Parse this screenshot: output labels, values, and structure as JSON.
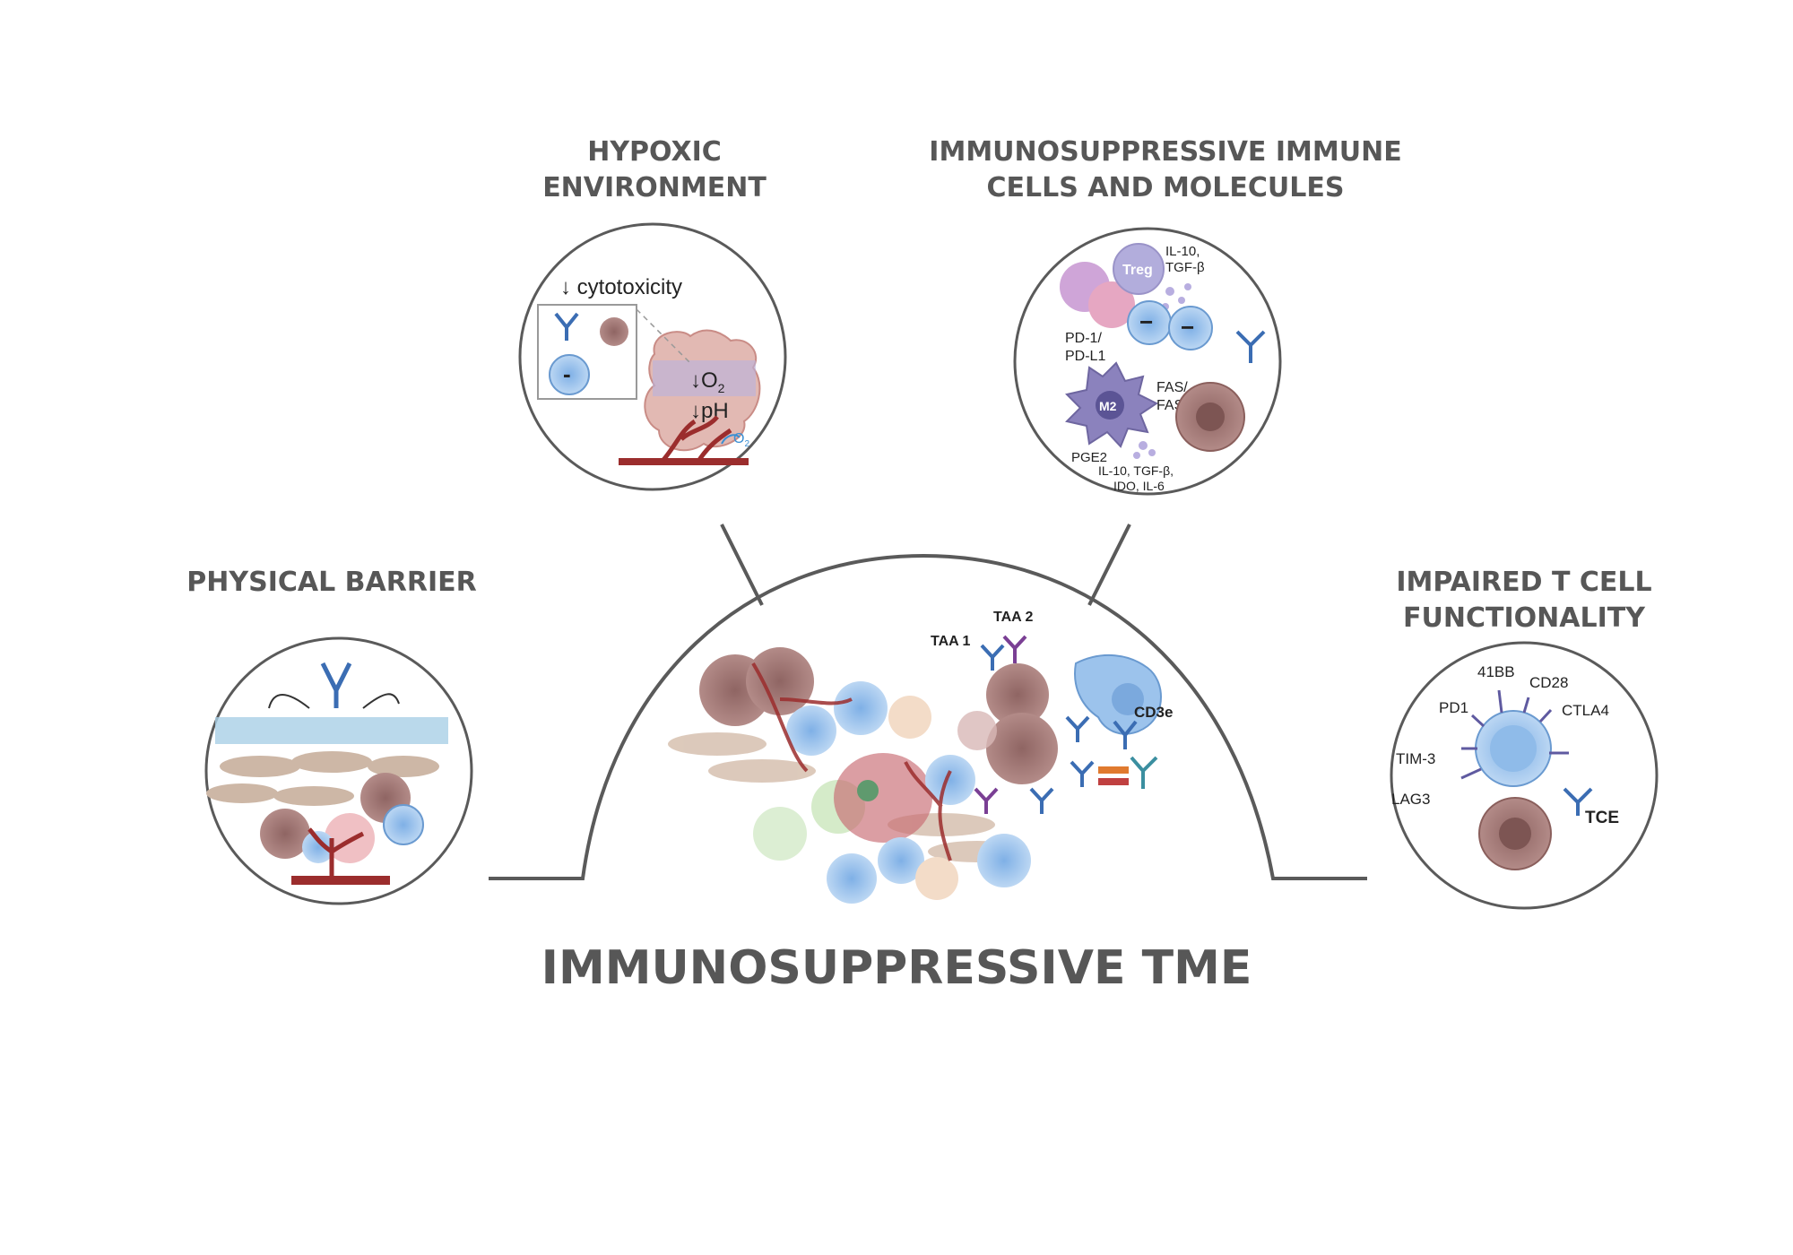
{
  "titles": {
    "hypoxic": [
      "HYPOXIC",
      "ENVIRONMENT"
    ],
    "immuno": [
      "IMMUNOSUPPRESSIVE IMMUNE",
      "CELLS AND MOLECULES"
    ],
    "physical": [
      "PHYSICAL BARRIER"
    ],
    "impaired": [
      "IMPAIRED T CELL",
      "FUNCTIONALITY"
    ],
    "main": "IMMUNOSUPPRESSIVE TME"
  },
  "hypoxic_panel": {
    "cytotoxicity": "↓ cytotoxicity",
    "o2_down": "↓O",
    "o2_sub": "2",
    "ph_down": "↓pH",
    "o2_out": "O",
    "o2_out_sub": "2",
    "minus": "-"
  },
  "immuno_panel": {
    "treg": "Treg",
    "il10_tgfb_line1": "IL-10,",
    "il10_tgfb_line2": "TGF-β",
    "pd1_line1": "PD-1/",
    "pd1_line2": "PD-L1",
    "fas_line1": "FAS/",
    "fas_line2": "FAS-L",
    "m2": "M2",
    "pge2": "PGE2",
    "cytokines_line1": "IL-10, TGF-β,",
    "cytokines_line2": "IDO, IL-6",
    "minus": "−"
  },
  "tme_panel": {
    "taa1": "TAA 1",
    "taa2": "TAA 2",
    "cd3e": "CD3e"
  },
  "impaired_panel": {
    "b41": "41BB",
    "cd28": "CD28",
    "pd1": "PD1",
    "ctla4": "CTLA4",
    "tim3": "TIM-3",
    "lag3": "LAG3",
    "tce": "TCE"
  },
  "colors": {
    "title": "#575757",
    "outline": "#5a5a5a",
    "tcell": "#9cc3ec",
    "tumor": "#a27a78",
    "vessel": "#9b2d2d",
    "antibody": "#3b6db3",
    "m2": "#7a72ad"
  }
}
